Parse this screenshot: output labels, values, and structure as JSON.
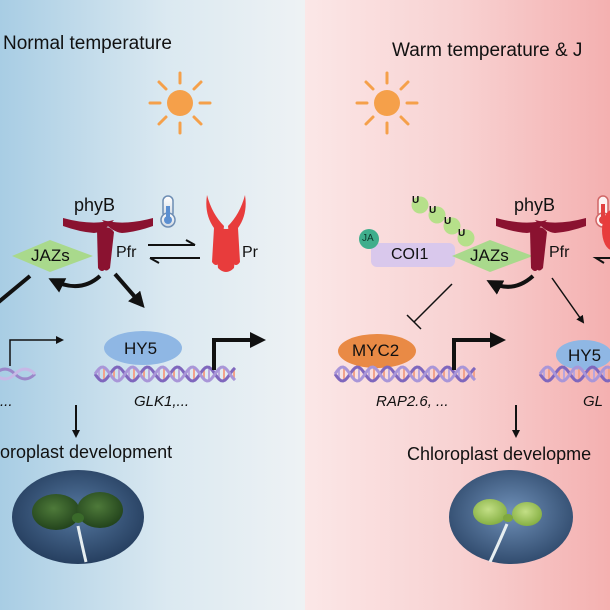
{
  "left_panel": {
    "title": "Normal temperature",
    "phyb_label": "phyB",
    "pfr_label": "Pfr",
    "pr_label": "Pr",
    "jazs_label": "JAZs",
    "hy5_label": "HY5",
    "gene_left_label": "...",
    "gene_right_label": "GLK1,...",
    "outcome": "oroplast development"
  },
  "right_panel": {
    "title": "Warm temperature  & J",
    "phyb_label": "phyB",
    "pfr_label": "Pfr",
    "jazs_label": "JAZs",
    "coi1_label": "COI1",
    "ja_label": "JA",
    "ubiquitin_label": "U",
    "myc2_label": "MYC2",
    "hy5_label": "HY5",
    "gene_left_label": "RAP2.6, ...",
    "gene_right_label": "GL",
    "outcome": "Chloroplast developme"
  },
  "colors": {
    "left_bg": "#a8cde4",
    "right_bg": "#f6b8b8",
    "phyb": "#8a1230",
    "pr": "#e83c3c",
    "jazs": "#a9d98c",
    "hy5": "#8fb7e4",
    "myc2": "#e98a45",
    "coi1": "#d9c8ec",
    "ja": "#3fae8c",
    "ubiquitin": "#b6e08a",
    "sun": "#f5a04a"
  }
}
